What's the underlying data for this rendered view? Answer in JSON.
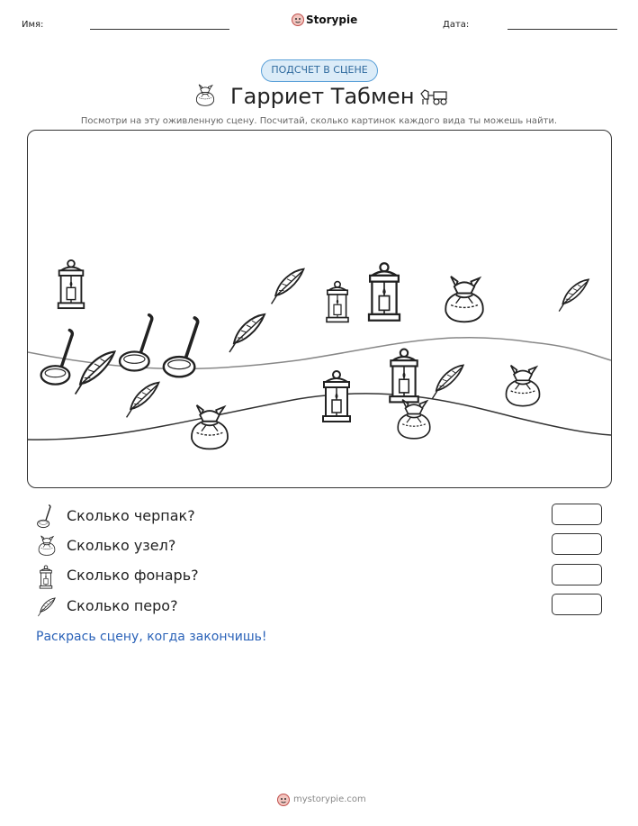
{
  "header": {
    "name_label": "Имя:",
    "date_label": "Дата:",
    "brand": "Storypie"
  },
  "badge": "ПОДСЧЕТ В СЦЕНЕ",
  "title": "Гарриет Табмен",
  "subtitle": "Посмотри на эту оживленную сцену. Посчитай, сколько картинок каждого вида ты можешь найти.",
  "scene_items": [
    {
      "type": "ladle-icon"
    },
    {
      "type": "ladle-icon"
    },
    {
      "type": "ladle-icon"
    },
    {
      "type": "bundle-icon"
    },
    {
      "type": "bundle-icon"
    },
    {
      "type": "bundle-icon"
    },
    {
      "type": "bundle-icon"
    },
    {
      "type": "lantern-icon"
    },
    {
      "type": "lantern-icon"
    },
    {
      "type": "lantern-icon"
    },
    {
      "type": "lantern-icon"
    },
    {
      "type": "lantern-icon"
    },
    {
      "type": "feather-icon"
    },
    {
      "type": "feather-icon"
    },
    {
      "type": "feather-icon"
    },
    {
      "type": "feather-icon"
    },
    {
      "type": "feather-icon"
    },
    {
      "type": "feather-icon"
    }
  ],
  "questions": [
    {
      "icon": "ladle-icon",
      "text": "Сколько черпак?"
    },
    {
      "icon": "bundle-icon",
      "text": "Сколько узел?"
    },
    {
      "icon": "lantern-icon",
      "text": "Сколько фонарь?"
    },
    {
      "icon": "feather-icon",
      "text": "Сколько перо?"
    }
  ],
  "cta": "Раскрась сцену, когда закончишь!",
  "footer": "mystorypie.com"
}
